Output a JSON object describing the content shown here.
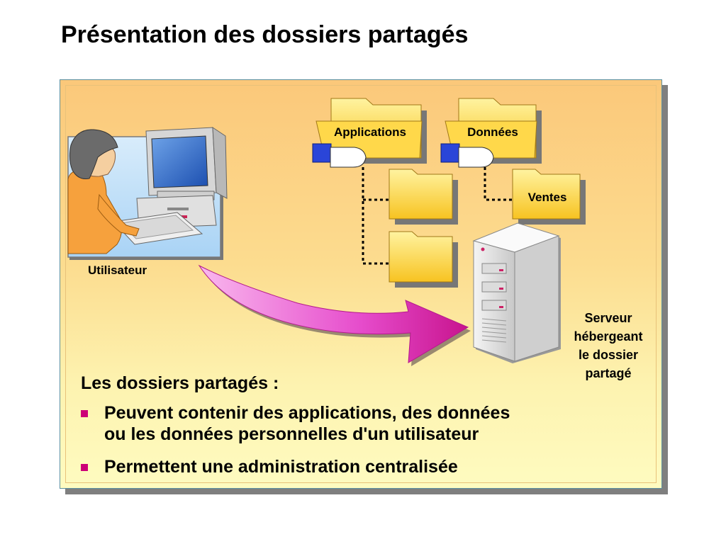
{
  "title": "Présentation des dossiers partagés",
  "diagram": {
    "user_label": "Utilisateur",
    "folders": {
      "applications": "Applications",
      "donnees": "Données",
      "ventes": "Ventes"
    },
    "server_label_lines": [
      "Serveur",
      "hébergeant",
      "le dossier",
      "partagé"
    ]
  },
  "content": {
    "heading": "Les dossiers partagés :",
    "bullets": [
      {
        "line1": "Peuvent contenir des applications, des données",
        "line2": "ou les données personnelles d'un utilisateur"
      },
      {
        "line1": "Permettent une administration centralisée"
      }
    ]
  },
  "colors": {
    "bullet": "#cc0077",
    "arrow": "#e040c0",
    "folder": "#ffd24a"
  }
}
